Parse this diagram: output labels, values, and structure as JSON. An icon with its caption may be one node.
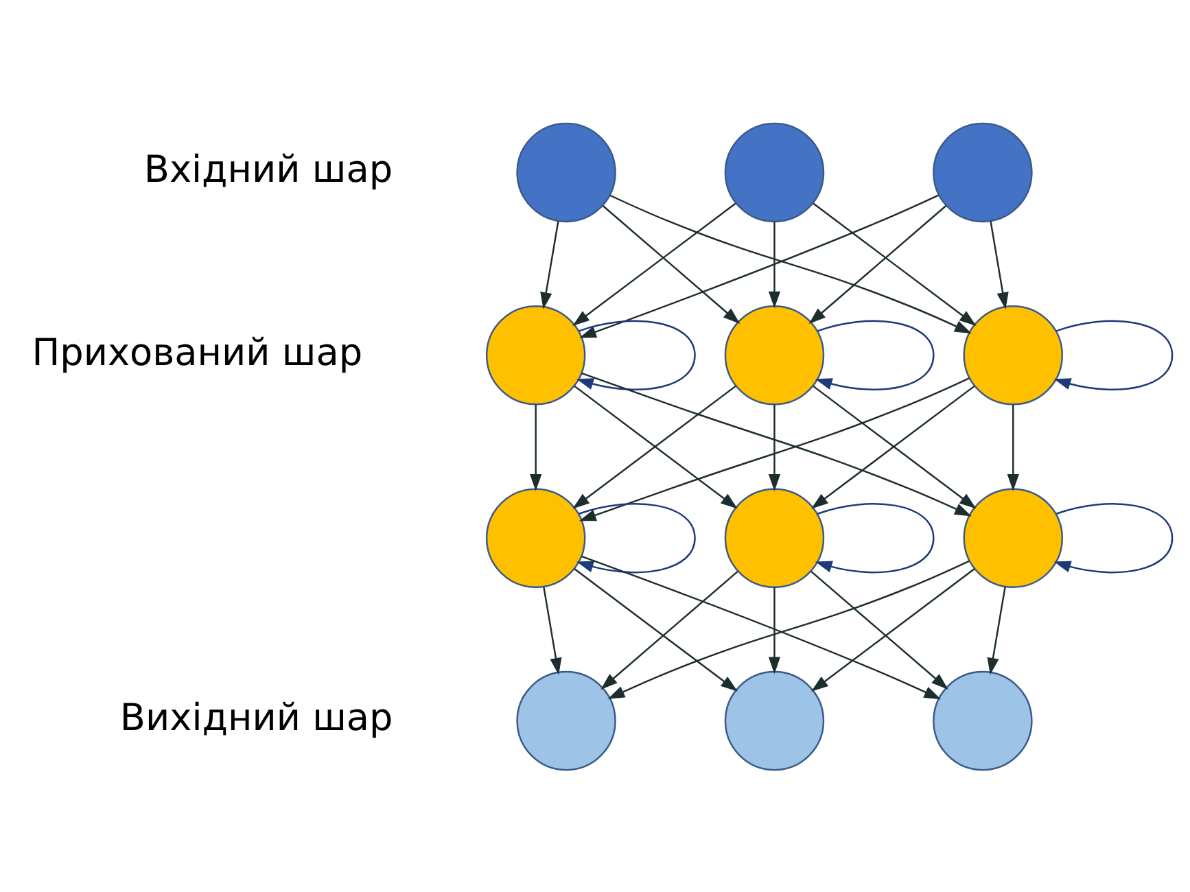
{
  "diagram": {
    "nodes": [
      {
        "text": [],
        "shape": "circle"
      },
      {
        "text": [],
        "shape": "circle"
      },
      {
        "text": [],
        "shape": "circle"
      },
      {
        "text": [],
        "shape": "circle"
      },
      {
        "text": [],
        "shape": "circle"
      },
      {
        "text": [],
        "shape": "circle"
      },
      {
        "text": [],
        "shape": "circle"
      },
      {
        "text": [],
        "shape": "circle"
      },
      {
        "text": [],
        "shape": "circle"
      },
      {
        "text": [],
        "shape": "circle"
      },
      {
        "text": [],
        "shape": "circle"
      },
      {
        "text": [],
        "shape": "circle"
      }
    ],
    "edges": [
      {
        "from": 0,
        "to": 3,
        "arrow": "to"
      },
      {
        "from": 0,
        "to": 4,
        "arrow": "to"
      },
      {
        "from": 0,
        "to": 5,
        "arrow": "to"
      },
      {
        "from": 1,
        "to": 3,
        "arrow": "to"
      },
      {
        "from": 1,
        "to": 4,
        "arrow": "to"
      },
      {
        "from": 1,
        "to": 5,
        "arrow": "to"
      },
      {
        "from": 2,
        "to": 3,
        "arrow": "to"
      },
      {
        "from": 2,
        "to": 4,
        "arrow": "to"
      },
      {
        "from": 2,
        "to": 5,
        "arrow": "to"
      },
      {
        "from": 3,
        "to": 3,
        "arrow": "to",
        "color": "#1f3a78"
      },
      {
        "from": 4,
        "to": 4,
        "arrow": "to",
        "color": "#1f3a78"
      },
      {
        "from": 5,
        "to": 5,
        "arrow": "to",
        "color": "#1f3a78"
      },
      {
        "from": 3,
        "to": 6,
        "arrow": "to"
      },
      {
        "from": 3,
        "to": 7,
        "arrow": "to"
      },
      {
        "from": 3,
        "to": 8,
        "arrow": "to"
      },
      {
        "from": 4,
        "to": 6,
        "arrow": "to"
      },
      {
        "from": 4,
        "to": 7,
        "arrow": "to"
      },
      {
        "from": 4,
        "to": 8,
        "arrow": "to"
      },
      {
        "from": 5,
        "to": 6,
        "arrow": "to"
      },
      {
        "from": 5,
        "to": 7,
        "arrow": "to"
      },
      {
        "from": 5,
        "to": 8,
        "arrow": "to"
      },
      {
        "from": 6,
        "to": 6,
        "arrow": "to",
        "color": "#1f3a78"
      },
      {
        "from": 7,
        "to": 7,
        "arrow": "to",
        "color": "#1f3a78"
      },
      {
        "from": 8,
        "to": 8,
        "arrow": "to",
        "color": "#1f3a78"
      },
      {
        "from": 6,
        "to": 9,
        "arrow": "to"
      },
      {
        "from": 6,
        "to": 10,
        "arrow": "to"
      },
      {
        "from": 6,
        "to": 11,
        "arrow": "to"
      },
      {
        "from": 7,
        "to": 9,
        "arrow": "to"
      },
      {
        "from": 7,
        "to": 10,
        "arrow": "to"
      },
      {
        "from": 7,
        "to": 11,
        "arrow": "to"
      },
      {
        "from": 8,
        "to": 9,
        "arrow": "to"
      },
      {
        "from": 8,
        "to": 10,
        "arrow": "to"
      },
      {
        "from": 8,
        "to": 11,
        "arrow": "to"
      }
    ],
    "labels": [
      "Вхідний шар",
      "Прихований шар",
      "Вихідний шар"
    ]
  }
}
